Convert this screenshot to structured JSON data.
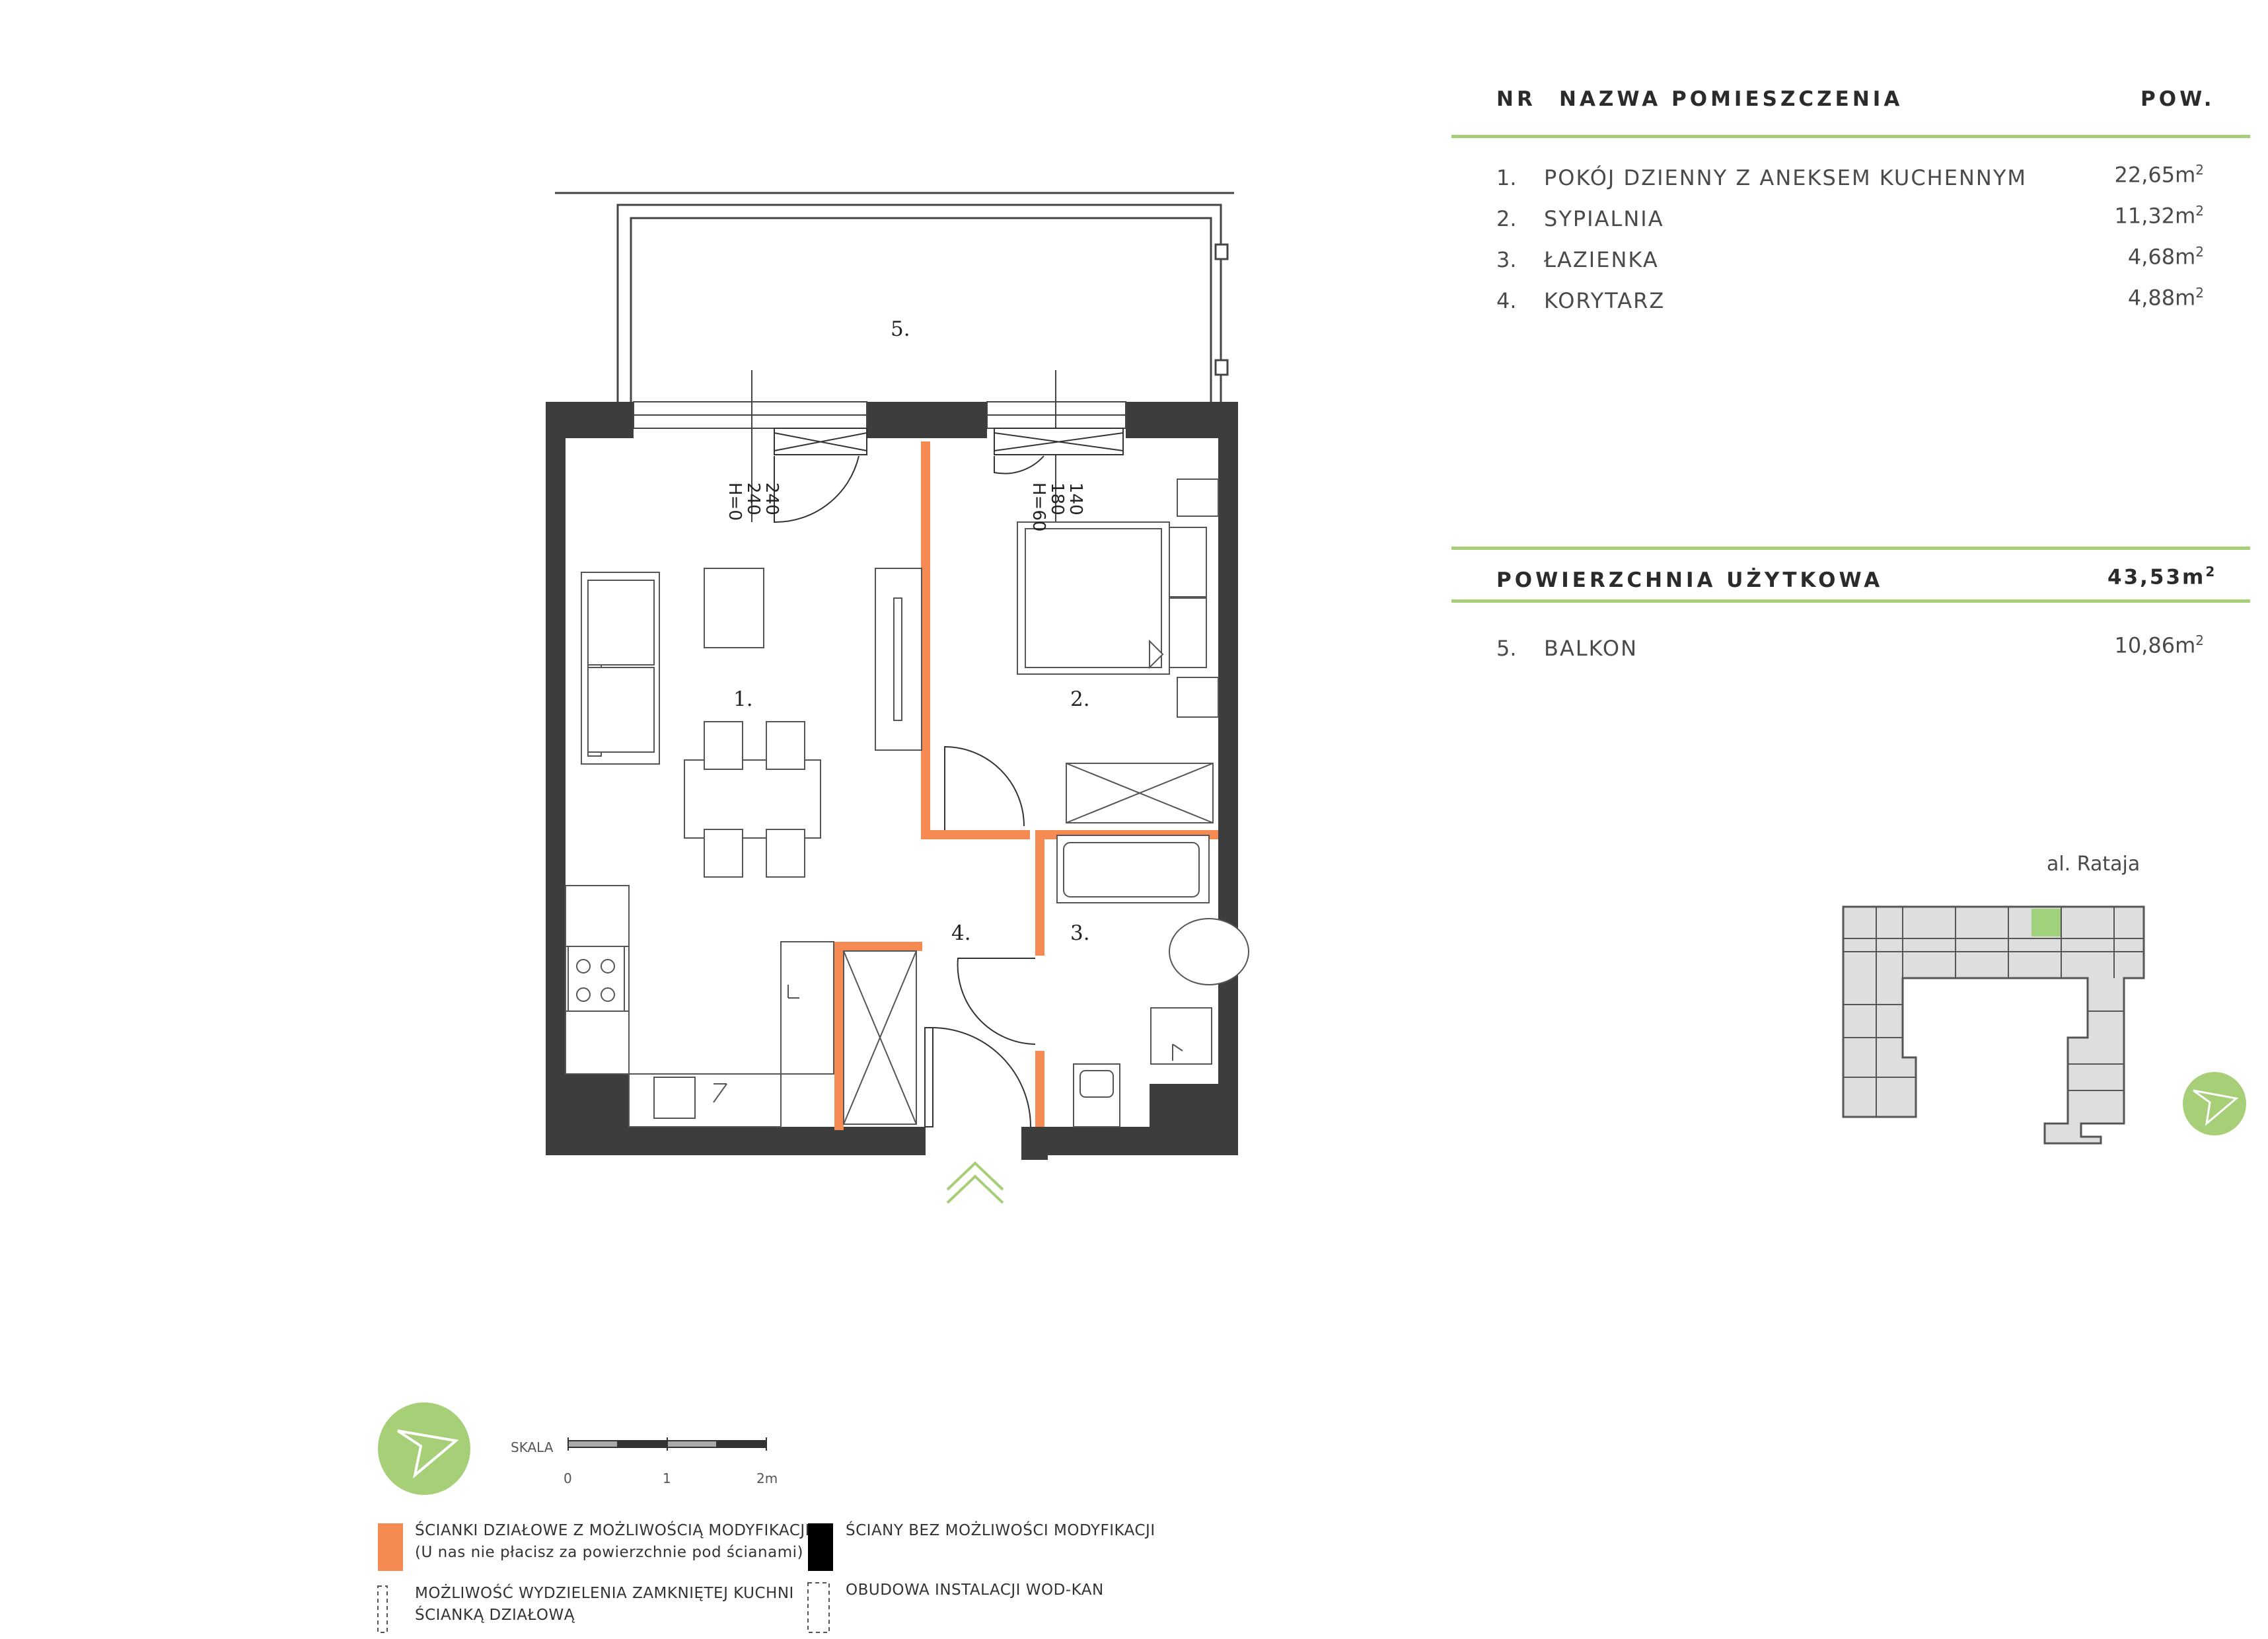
{
  "table": {
    "header": {
      "nr": "NR",
      "name": "NAZWA POMIESZCZENIA",
      "area": "POW."
    },
    "rooms": [
      {
        "nr": "1.",
        "name": "POKÓJ DZIENNY Z ANEKSEM KUCHENNYM",
        "area": "22,65m",
        "unit_sup": "2"
      },
      {
        "nr": "2.",
        "name": "SYPIALNIA",
        "area": "11,32m",
        "unit_sup": "2"
      },
      {
        "nr": "3.",
        "name": "ŁAZIENKA",
        "area": "4,68m",
        "unit_sup": "2"
      },
      {
        "nr": "4.",
        "name": "KORYTARZ",
        "area": "4,88m",
        "unit_sup": "2"
      }
    ],
    "usable": {
      "label": "POWIERZCHNIA UŻYTKOWA",
      "area": "43,53m",
      "unit_sup": "2"
    },
    "extra": [
      {
        "nr": "5.",
        "name": "BALKON",
        "area": "10,86m",
        "unit_sup": "2"
      }
    ]
  },
  "plan": {
    "room_labels": [
      "1.",
      "2.",
      "3.",
      "4.",
      "5."
    ],
    "window_left": [
      "240",
      "240",
      "H=0"
    ],
    "window_right": [
      "140",
      "180",
      "H=60"
    ]
  },
  "site": {
    "street": "al. Rataja"
  },
  "scale": {
    "label": "SKALA",
    "ticks": [
      "0",
      "1",
      "2m"
    ]
  },
  "legend": {
    "orange": [
      "ŚCIANKI DZIAŁOWE Z MOŻLIWOŚCIĄ MODYFIKACJI",
      "(U nas nie płacisz za powierzchnie pod ścianami)"
    ],
    "black": "ŚCIANY BEZ MOŻLIWOŚCI MODYFIKACJI",
    "dashed_kitchen": [
      "MOŻLIWOŚĆ WYDZIELENIA ZAMKNIĘTEJ KUCHNI",
      "ŚCIANKĄ DZIAŁOWĄ"
    ],
    "dashed_install": "OBUDOWA INSTALACJI WOD-KAN"
  },
  "colors": {
    "accent_green": "#a6cf78",
    "partition_orange": "#f58a53",
    "structural_wall": "#3d3d3d",
    "site_highlight": "#9fd27a"
  },
  "icons": [
    "north-arrow-icon",
    "entrance-chevron-icon"
  ]
}
